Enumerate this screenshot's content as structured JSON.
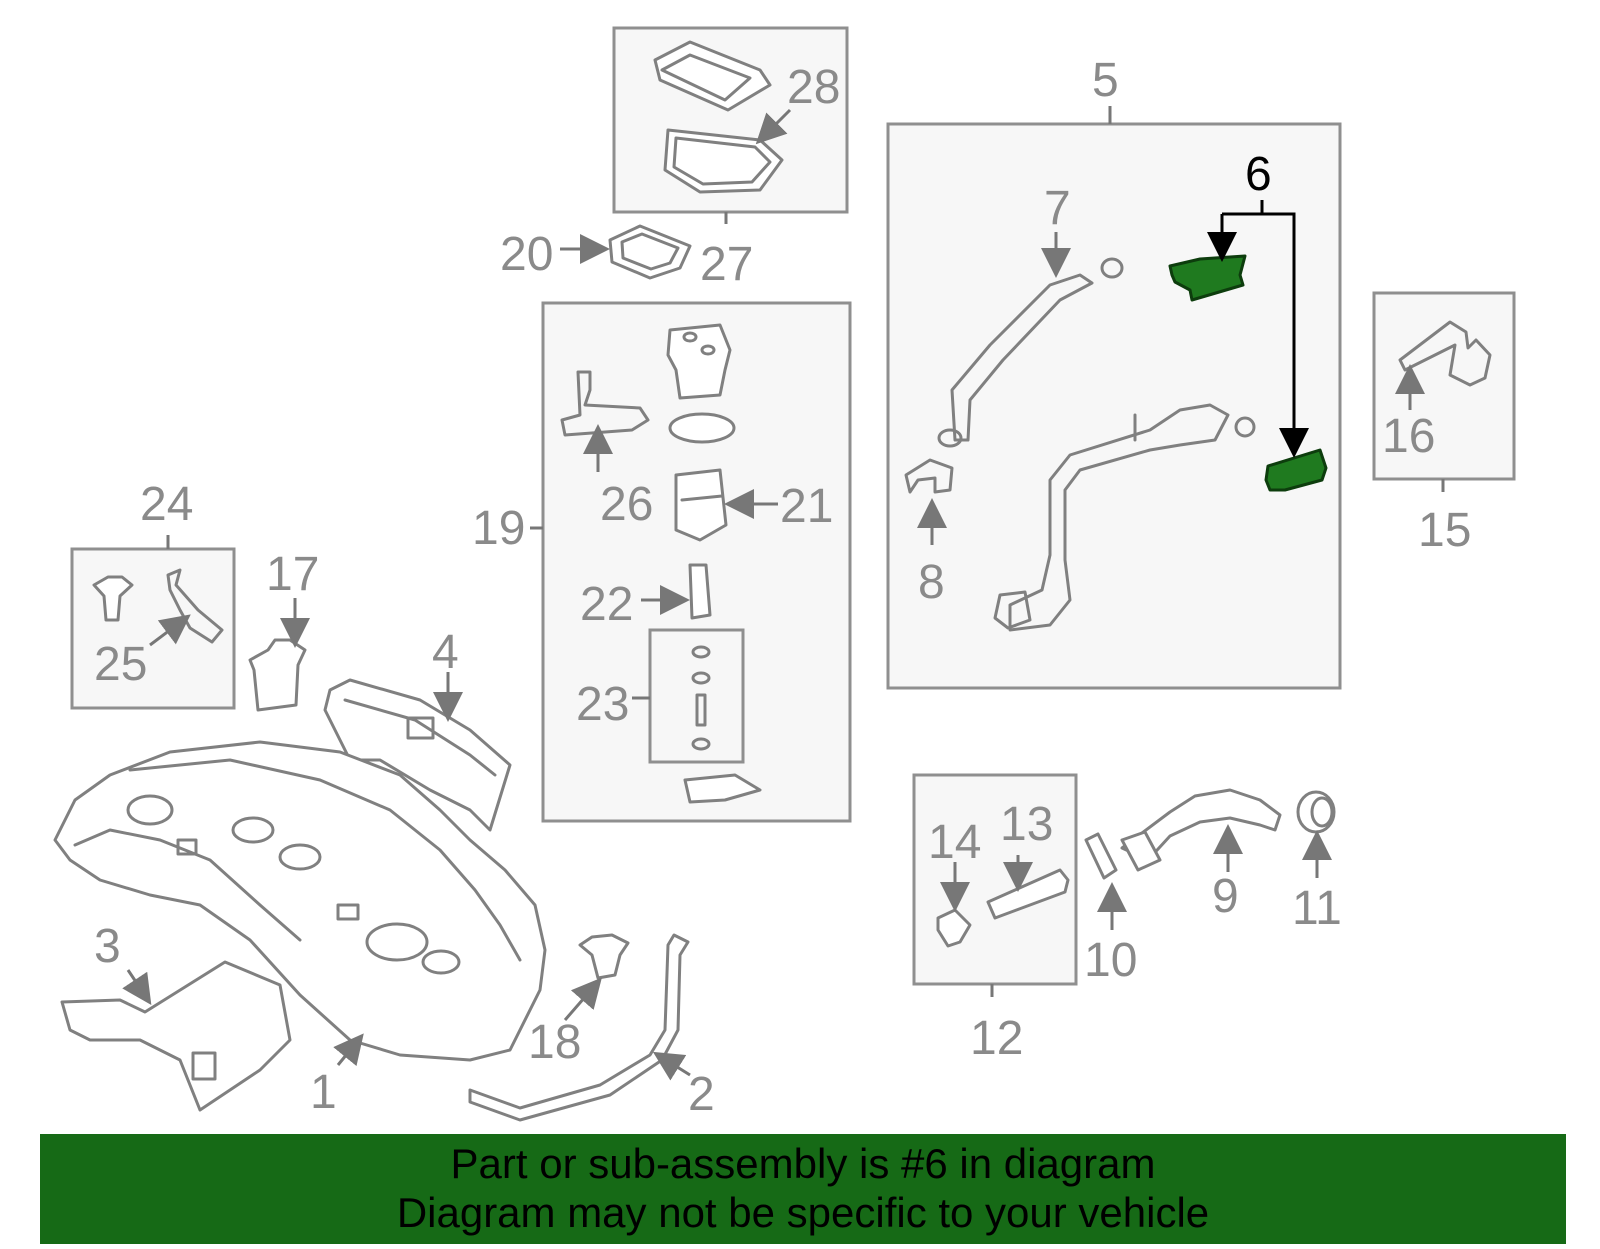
{
  "callouts": {
    "c1": "1",
    "c2": "2",
    "c3": "3",
    "c4": "4",
    "c5": "5",
    "c6": "6",
    "c7": "7",
    "c8": "8",
    "c9": "9",
    "c10": "10",
    "c11": "11",
    "c12": "12",
    "c13": "13",
    "c14": "14",
    "c15": "15",
    "c16": "16",
    "c17": "17",
    "c18": "18",
    "c19": "19",
    "c20": "20",
    "c21": "21",
    "c22": "22",
    "c23": "23",
    "c24": "24",
    "c25": "25",
    "c26": "26",
    "c27": "27",
    "c28": "28"
  },
  "highlight": {
    "part_number": "6",
    "color": "#1f7a1f"
  },
  "banner": {
    "line1": "Part or sub-assembly is #6 in diagram",
    "line2": "Diagram may not be specific to your vehicle",
    "background": "#166a16"
  }
}
